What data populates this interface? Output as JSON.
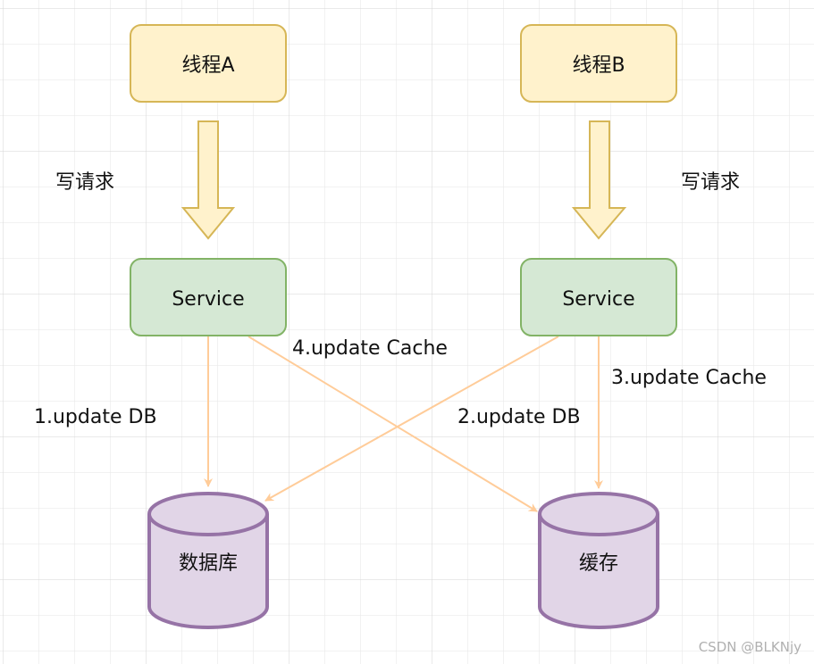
{
  "colors": {
    "grid": "#e2e2e2",
    "thread_fill": "#fff2cc",
    "thread_stroke": "#d6b656",
    "service_fill": "#d5e8d4",
    "service_stroke": "#82b366",
    "store_fill": "#e1d5e7",
    "store_stroke": "#9673a6",
    "edge": "#ffcc99"
  },
  "threads": {
    "a": "线程A",
    "b": "线程B"
  },
  "request_labels": {
    "a": "写请求",
    "b": "写请求"
  },
  "services": {
    "a": "Service",
    "b": "Service"
  },
  "stores": {
    "db": "数据库",
    "cache": "缓存"
  },
  "edges": {
    "step1": "1.update DB",
    "step2": "2.update DB",
    "step3": "3.update Cache",
    "step4": "4.update Cache"
  },
  "watermark": "CSDN @BLKNjy"
}
